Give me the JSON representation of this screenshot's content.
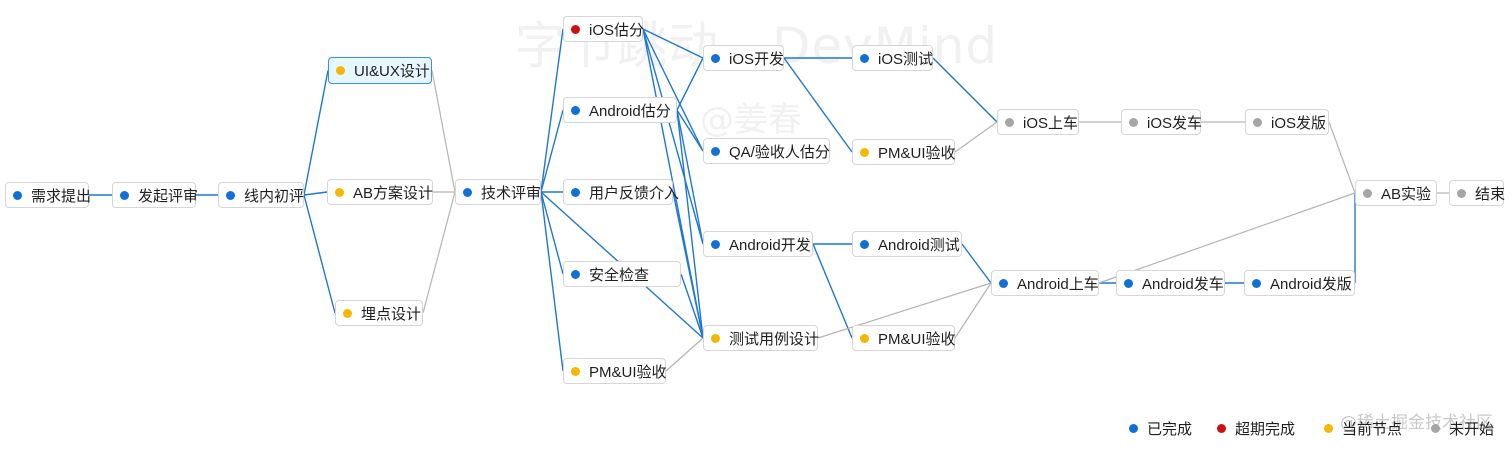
{
  "colors": {
    "done": "#1170d8",
    "overdue": "#cf1010",
    "current": "#f5b800",
    "pending": "#a6a6a6",
    "edge_blue": "#1e78d4",
    "edge_gray": "#b4b4b4"
  },
  "watermark": {
    "line1": "字节跳动 - DevMind",
    "line2": "@姜春",
    "line3": "@稀土掘金技术社区"
  },
  "nodes": {
    "req": {
      "label": "需求提出",
      "status": "done"
    },
    "initiate": {
      "label": "发起评审",
      "status": "done"
    },
    "online": {
      "label": "线内初评",
      "status": "done"
    },
    "uiux": {
      "label": "UI&UX设计",
      "status": "current",
      "selected": true
    },
    "ab_design": {
      "label": "AB方案设计",
      "status": "current"
    },
    "tracking": {
      "label": "埋点设计",
      "status": "current"
    },
    "tech": {
      "label": "技术评审",
      "status": "done"
    },
    "ios_est": {
      "label": "iOS估分",
      "status": "overdue"
    },
    "and_est": {
      "label": "Android估分",
      "status": "done"
    },
    "feedback": {
      "label": "用户反馈介入",
      "status": "done"
    },
    "security": {
      "label": "安全检查",
      "status": "done"
    },
    "pmui1": {
      "label": "PM&UI验收",
      "status": "current"
    },
    "ios_dev": {
      "label": "iOS开发",
      "status": "done"
    },
    "qa_est": {
      "label": "QA/验收人估分",
      "status": "done"
    },
    "and_dev": {
      "label": "Android开发",
      "status": "done"
    },
    "testcase": {
      "label": "测试用例设计",
      "status": "current"
    },
    "ios_test": {
      "label": "iOS测试",
      "status": "done"
    },
    "pmui_ios": {
      "label": "PM&UI验收",
      "status": "current"
    },
    "and_test": {
      "label": "Android测试",
      "status": "done"
    },
    "pmui_and": {
      "label": "PM&UI验收",
      "status": "current"
    },
    "ios_board": {
      "label": "iOS上车",
      "status": "pending"
    },
    "ios_ship": {
      "label": "iOS发车",
      "status": "pending"
    },
    "ios_release": {
      "label": "iOS发版",
      "status": "pending"
    },
    "and_board": {
      "label": "Android上车",
      "status": "done"
    },
    "and_ship": {
      "label": "Android发车",
      "status": "done"
    },
    "and_release": {
      "label": "Android发版",
      "status": "done"
    },
    "ab_exp": {
      "label": "AB实验",
      "status": "pending"
    },
    "end": {
      "label": "结束",
      "status": "pending"
    }
  },
  "edges": [
    [
      "req",
      "initiate",
      "blue"
    ],
    [
      "initiate",
      "online",
      "blue"
    ],
    [
      "online",
      "uiux",
      "blue"
    ],
    [
      "online",
      "ab_design",
      "blue"
    ],
    [
      "online",
      "tracking",
      "blue"
    ],
    [
      "uiux",
      "tech",
      "gray"
    ],
    [
      "ab_design",
      "tech",
      "gray"
    ],
    [
      "tracking",
      "tech",
      "gray"
    ],
    [
      "tech",
      "ios_est",
      "blue"
    ],
    [
      "tech",
      "and_est",
      "blue"
    ],
    [
      "tech",
      "feedback",
      "blue"
    ],
    [
      "tech",
      "security",
      "blue"
    ],
    [
      "tech",
      "pmui1",
      "blue"
    ],
    [
      "tech",
      "testcase",
      "blue"
    ],
    [
      "ios_est",
      "ios_dev",
      "blue"
    ],
    [
      "ios_est",
      "qa_est",
      "blue"
    ],
    [
      "ios_est",
      "and_dev",
      "blue"
    ],
    [
      "ios_est",
      "testcase",
      "blue"
    ],
    [
      "and_est",
      "ios_dev",
      "blue"
    ],
    [
      "and_est",
      "qa_est",
      "blue"
    ],
    [
      "and_est",
      "and_dev",
      "blue"
    ],
    [
      "and_est",
      "testcase",
      "blue"
    ],
    [
      "feedback",
      "testcase",
      "blue"
    ],
    [
      "security",
      "testcase",
      "blue"
    ],
    [
      "pmui1",
      "testcase",
      "gray"
    ],
    [
      "ios_dev",
      "ios_test",
      "blue"
    ],
    [
      "ios_dev",
      "pmui_ios",
      "blue"
    ],
    [
      "and_dev",
      "and_test",
      "blue"
    ],
    [
      "and_dev",
      "pmui_and",
      "blue"
    ],
    [
      "ios_test",
      "ios_board",
      "blue"
    ],
    [
      "pmui_ios",
      "ios_board",
      "gray"
    ],
    [
      "and_test",
      "and_board",
      "blue"
    ],
    [
      "pmui_and",
      "and_board",
      "gray"
    ],
    [
      "testcase",
      "and_board",
      "gray"
    ],
    [
      "ios_board",
      "ios_ship",
      "gray"
    ],
    [
      "ios_ship",
      "ios_release",
      "gray"
    ],
    [
      "ios_release",
      "ab_exp",
      "gray"
    ],
    [
      "and_board",
      "and_ship",
      "blue"
    ],
    [
      "and_ship",
      "and_release",
      "blue"
    ],
    [
      "and_release",
      "ab_exp",
      "blue"
    ],
    [
      "and_board",
      "ab_exp",
      "gray"
    ],
    [
      "ab_exp",
      "end",
      "gray"
    ]
  ],
  "legend": [
    {
      "label": "已完成",
      "status": "done"
    },
    {
      "label": "超期完成",
      "status": "overdue"
    },
    {
      "label": "当前节点",
      "status": "current"
    },
    {
      "label": "未开始",
      "status": "pending"
    }
  ]
}
